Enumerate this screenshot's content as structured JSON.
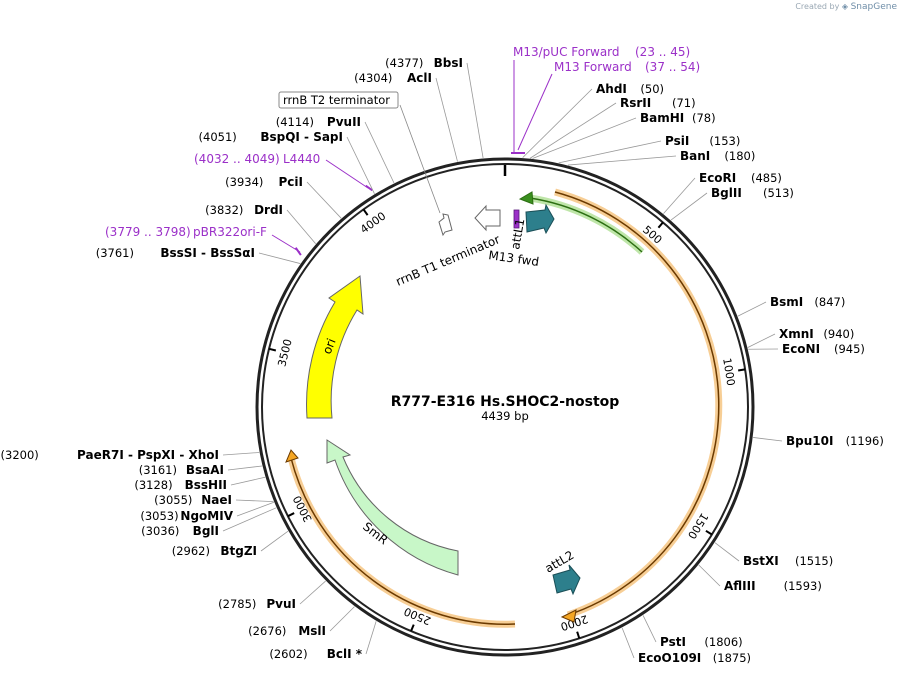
{
  "watermark": {
    "prefix": "Created by",
    "brand": "SnapGene"
  },
  "plasmid": {
    "name": "R777-E316 Hs.SHOC2-nostop",
    "size_label": "4439 bp",
    "length": 4439
  },
  "ticks": [
    {
      "label": "500",
      "pos": 500
    },
    {
      "label": "1000",
      "pos": 1000
    },
    {
      "label": "1500",
      "pos": 1500
    },
    {
      "label": "2000",
      "pos": 2000
    },
    {
      "label": "2500",
      "pos": 2500
    },
    {
      "label": "3000",
      "pos": 3000
    },
    {
      "label": "3500",
      "pos": 3500
    },
    {
      "label": "4000",
      "pos": 4000
    }
  ],
  "sites_right": [
    {
      "pos_label": "(50)",
      "name": "AhdI",
      "pos": 50
    },
    {
      "pos_label": "(71)",
      "name": "RsrII",
      "pos": 71
    },
    {
      "pos_label": "(78)",
      "name": "BamHI",
      "pos": 78
    },
    {
      "pos_label": "(153)",
      "name": "PsiI",
      "pos": 153
    },
    {
      "pos_label": "(180)",
      "name": "BanI",
      "pos": 180
    },
    {
      "pos_label": "(485)",
      "name": "EcoRI",
      "pos": 485
    },
    {
      "pos_label": "(513)",
      "name": "BglII",
      "pos": 513
    },
    {
      "pos_label": "(847)",
      "name": "BsmI",
      "pos": 847
    },
    {
      "pos_label": "(940)",
      "name": "XmnI",
      "pos": 940
    },
    {
      "pos_label": "(945)",
      "name": "EcoNI",
      "pos": 945
    },
    {
      "pos_label": "(1196)",
      "name": "Bpu10I",
      "pos": 1196
    },
    {
      "pos_label": "(1515)",
      "name": "BstXI",
      "pos": 1515
    },
    {
      "pos_label": "(1593)",
      "name": "AflIII",
      "pos": 1593
    },
    {
      "pos_label": "(1806)",
      "name": "PstI",
      "pos": 1806
    },
    {
      "pos_label": "(1875)",
      "name": "EcoO109I",
      "pos": 1875
    }
  ],
  "sites_left": [
    {
      "pos_label": "(4377)",
      "name": "BbsI",
      "pos": 4377
    },
    {
      "pos_label": "(4304)",
      "name": "AclI",
      "pos": 4304
    },
    {
      "pos_label": "(4114)",
      "name": "PvuII",
      "pos": 4114
    },
    {
      "pos_label": "(4051)",
      "name": "BspQI  - SapI",
      "pos": 4051
    },
    {
      "pos_label": "(3934)",
      "name": "PciI",
      "pos": 3934
    },
    {
      "pos_label": "(3832)",
      "name": "DrdI",
      "pos": 3832
    },
    {
      "pos_label": "(3761)",
      "name": "BssSI  - BssSαI",
      "pos": 3761
    },
    {
      "pos_label": "(3200)",
      "name": "PaeR7I  - PspXI  - XhoI",
      "pos": 3200
    },
    {
      "pos_label": "(3161)",
      "name": "BsaAI",
      "pos": 3161
    },
    {
      "pos_label": "(3128)",
      "name": "BssHII",
      "pos": 3128
    },
    {
      "pos_label": "(3055)",
      "name": "NaeI",
      "pos": 3055
    },
    {
      "pos_label": "(3053)",
      "name": "NgoMIV",
      "pos": 3053
    },
    {
      "pos_label": "(3036)",
      "name": "BglI",
      "pos": 3036
    },
    {
      "pos_label": "(2962)",
      "name": "BtgZI",
      "pos": 2962
    },
    {
      "pos_label": "(2785)",
      "name": "PvuI",
      "pos": 2785
    },
    {
      "pos_label": "(2676)",
      "name": "MslI",
      "pos": 2676
    },
    {
      "pos_label": "(2602)",
      "name": "BclI *",
      "pos": 2602
    }
  ],
  "primers": [
    {
      "name": "M13/pUC Forward",
      "range": "(23 .. 45)"
    },
    {
      "name": "M13 Forward",
      "range": "(37 .. 54)"
    },
    {
      "name": "L4440",
      "range": "(4032 .. 4049)"
    },
    {
      "name": "pBR322ori-F",
      "range": "(3779 .. 3798)"
    }
  ],
  "features": {
    "rrnB_T2": "rrnB T2 terminator",
    "rrnB_T1": "rrnB T1 terminator",
    "attL1": "attL1",
    "M13_fwd": "M13 fwd",
    "attL2": "attL2",
    "ori": "ori",
    "SmR": "SmR"
  },
  "colors": {
    "backbone": "#222222",
    "orange_arc": "#f5a623",
    "green_arc": "#3a8f1e",
    "ori": "#ffff00",
    "smr": "#c8f7c8",
    "att": "#2d7f8c",
    "primer": "#9b30c8"
  }
}
